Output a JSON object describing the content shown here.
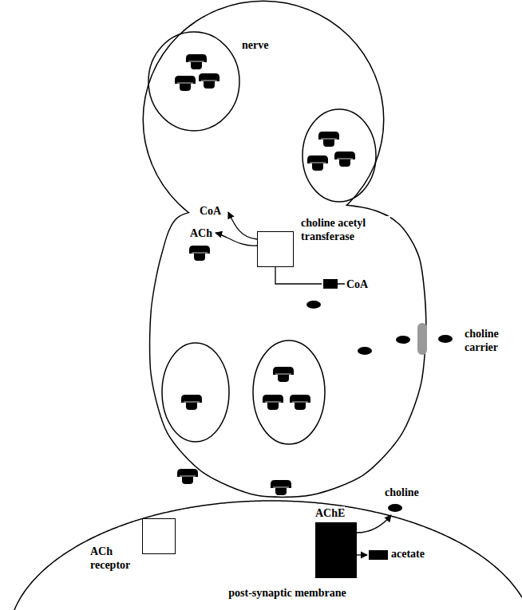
{
  "diagram": {
    "nodes": [
      {
        "text": [
          "nerve"
        ]
      },
      {
        "text": [
          "choline acetyl transferase"
        ],
        "in": 0
      },
      {
        "text": [
          "choline carrier"
        ],
        "in": 0
      },
      {
        "text": [
          "post-synaptic membrane"
        ]
      },
      {
        "text": [
          "ACh receptor"
        ],
        "in": 3
      },
      {
        "text": [
          "AChE"
        ],
        "in": 3
      }
    ],
    "labels": [
      "CoA",
      "ACh",
      "CoA",
      "choline",
      "acetate"
    ]
  }
}
